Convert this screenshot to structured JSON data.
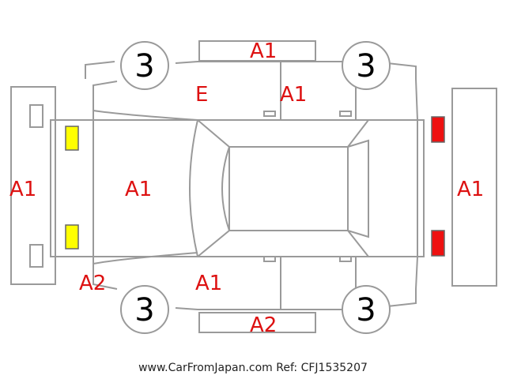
{
  "colors": {
    "line": "#9a9a9a",
    "damage_text": "#dd1111",
    "marker_front": "#ffff00",
    "marker_rear": "#ee1111",
    "wheel_text": "#000000"
  },
  "wheels": [
    "3",
    "3",
    "3",
    "3"
  ],
  "labels": {
    "top_edge": "A1",
    "left_front_door": "E",
    "left_rear_door": "A1",
    "front_bumper": "A1",
    "hood": "A1",
    "rear_bumper": "A1",
    "front_corner_right": "A2",
    "right_front_door": "A1",
    "bottom_edge": "A2"
  },
  "footer": "www.CarFromJapan.com Ref: CFJ1535207"
}
